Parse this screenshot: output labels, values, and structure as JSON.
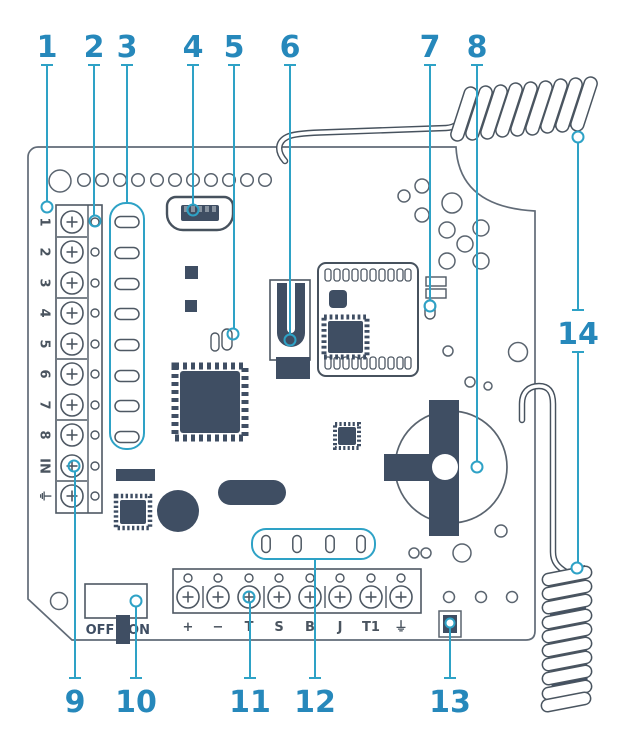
{
  "colors": {
    "callout_number": "#2688BB",
    "callout_line": "#2EA2C6",
    "component_dark": "#3F4E63",
    "board_outline": "#616B77",
    "terminal_label": "#4A545F"
  },
  "callout_numbers": [
    "1",
    "2",
    "3",
    "4",
    "5",
    "6",
    "7",
    "8",
    "9",
    "10",
    "11",
    "12",
    "13",
    "14"
  ],
  "left_terminal_labels": [
    "1",
    "2",
    "3",
    "4",
    "5",
    "6",
    "7",
    "8",
    "IN",
    "⏚"
  ],
  "bottom_terminal_labels": [
    "+",
    "−",
    "T",
    "S",
    "B",
    "J",
    "T1",
    "⏚"
  ],
  "power_switch": {
    "off_label": "OFF",
    "on_label": "ON"
  }
}
